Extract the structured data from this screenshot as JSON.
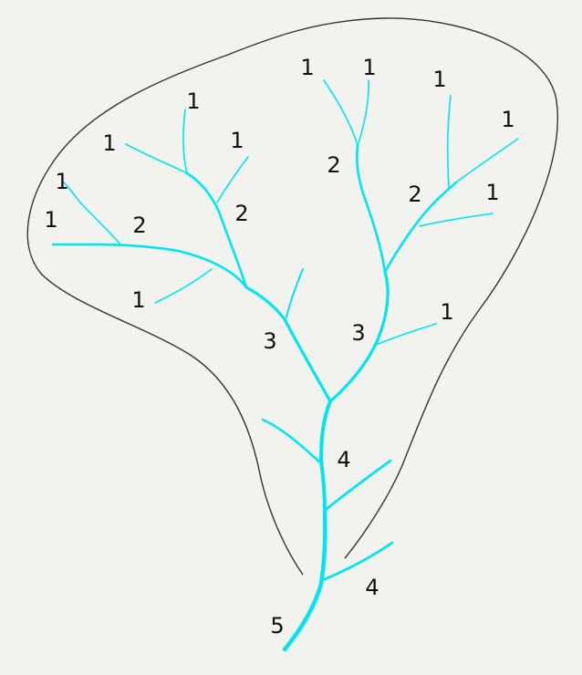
{
  "diagram": {
    "colors": {
      "background": "#f2f2ef",
      "boundary": "#333333",
      "stream": "#00e5ef",
      "label": "#111111"
    },
    "labels": {
      "l1a": "1",
      "l1b": "1",
      "l1c": "1",
      "l1d": "1",
      "l1e": "1",
      "l1f": "1",
      "l1g": "1",
      "l1h": "1",
      "l1i": "1",
      "l1j": "1",
      "l1k": "1",
      "l1l": "1",
      "l2a": "2",
      "l2b": "2",
      "l2c": "2",
      "l2d": "2",
      "l3a": "3",
      "l3b": "3",
      "l4a": "4",
      "l4b": "4",
      "l5": "5"
    }
  }
}
